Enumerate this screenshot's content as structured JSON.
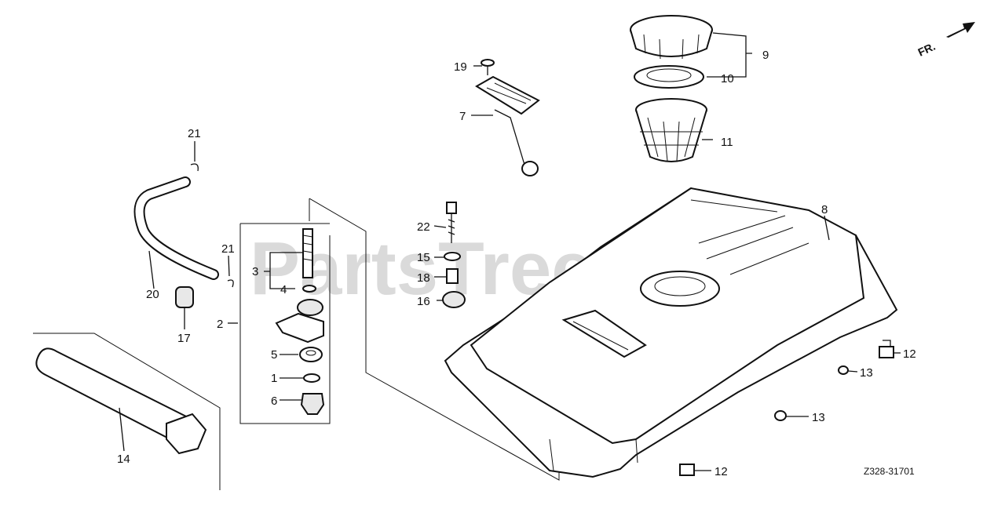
{
  "watermark": "PartsTree",
  "direction": "FR.",
  "diagram_code": "Z328-31701",
  "callouts": {
    "c1": "1",
    "c2": "2",
    "c3": "3",
    "c4": "4",
    "c5": "5",
    "c6": "6",
    "c7": "7",
    "c8": "8",
    "c9": "9",
    "c10": "10",
    "c11": "11",
    "c12a": "12",
    "c12b": "12",
    "c13a": "13",
    "c13b": "13",
    "c14": "14",
    "c15": "15",
    "c16": "16",
    "c17": "17",
    "c18": "18",
    "c19": "19",
    "c20": "20",
    "c21a": "21",
    "c21b": "21",
    "c22": "22"
  }
}
